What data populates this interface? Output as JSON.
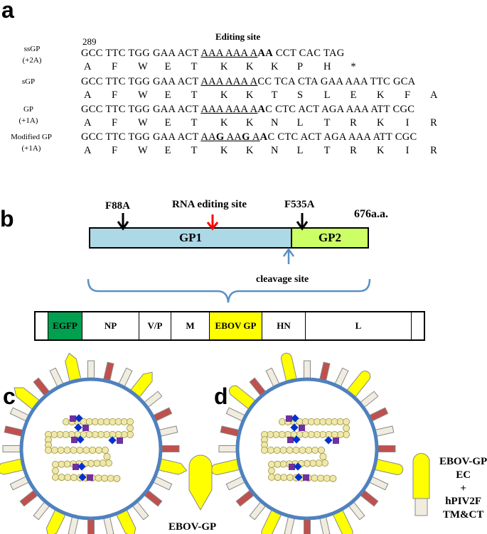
{
  "panel_a": {
    "letter": "a",
    "editing_site": "Editing site",
    "position_number": "289",
    "rows": [
      {
        "label_lines": [
          "ssGP",
          "(+2A)"
        ],
        "seq_segments": [
          {
            "text": "GCC TTC TGG GAA ACT ",
            "style": "plain"
          },
          {
            "text": "AAA AAA A",
            "style": "underline"
          },
          {
            "text": "AA",
            "style": "bold"
          },
          {
            "text": " CCT CAC TAG",
            "style": "plain"
          }
        ],
        "aa": [
          "A",
          "F",
          "W",
          "E",
          "T",
          "K",
          "K",
          "K",
          "P",
          "H",
          "*"
        ]
      },
      {
        "label_lines": [
          "sGP"
        ],
        "seq_segments": [
          {
            "text": "GCC TTC TGG GAA ACT ",
            "style": "plain"
          },
          {
            "text": "AAA AAA A",
            "style": "underline"
          },
          {
            "text": "CC TCA CTA GAA AAA TTC GCA",
            "style": "plain"
          }
        ],
        "aa": [
          "A",
          "F",
          "W",
          "E",
          "T",
          "K",
          "K",
          "T",
          "S",
          "L",
          "E",
          "K",
          "F",
          "A"
        ]
      },
      {
        "label_lines": [
          "GP",
          "(+1A)"
        ],
        "seq_segments": [
          {
            "text": "GCC TTC TGG GAA ACT ",
            "style": "plain"
          },
          {
            "text": "AAA AAA A",
            "style": "underline"
          },
          {
            "text": "A",
            "style": "bold"
          },
          {
            "text": "C CTC ACT AGA AAA ATT CGC",
            "style": "plain"
          }
        ],
        "aa": [
          "A",
          "F",
          "W",
          "E",
          "T",
          "K",
          "K",
          "N",
          "L",
          "T",
          "R",
          "K",
          "I",
          "R"
        ]
      },
      {
        "label_lines": [
          "Modified GP",
          "(+1A)"
        ],
        "seq_segments": [
          {
            "text": "GCC TTC TGG GAA ACT ",
            "style": "plain"
          },
          {
            "text": "AA",
            "style": "underline"
          },
          {
            "text": "G",
            "style": "underline-bold"
          },
          {
            "text": " AA",
            "style": "underline"
          },
          {
            "text": "G",
            "style": "underline-bold"
          },
          {
            "text": " A",
            "style": "underline"
          },
          {
            "text": "A",
            "style": "bold"
          },
          {
            "text": "C CTC ACT AGA AAA ATT CGC",
            "style": "plain"
          }
        ],
        "aa": [
          "A",
          "F",
          "W",
          "E",
          "T",
          "K",
          "K",
          "N",
          "L",
          "T",
          "R",
          "K",
          "I",
          "R"
        ]
      }
    ]
  },
  "panel_b": {
    "letter": "b",
    "f88a": "F88A",
    "rna_editing_site": "RNA editing site",
    "f535a": "F535A",
    "length": "676a.a.",
    "gp1": "GP1",
    "gp2": "GP2",
    "cleavage_site": "cleavage site",
    "colors": {
      "gp1": "#add8e6",
      "gp2": "#ccff66",
      "egfp": "#00a050",
      "ebov": "#ffff00",
      "red_arrow": "#ff0000",
      "blue_arrow": "#5b8fc8",
      "brace": "#5b8fc8"
    },
    "genome": [
      "",
      "EGFP",
      "NP",
      "V/P",
      "M",
      "EBOV GP",
      "HN",
      "L",
      ""
    ]
  },
  "panel_c": {
    "letter": "c",
    "label": "EBOV-GP"
  },
  "panel_d": {
    "letter": "d",
    "label_lines": [
      "EBOV-GP",
      "EC",
      "+",
      "hPIV2F",
      "TM&CT"
    ]
  }
}
